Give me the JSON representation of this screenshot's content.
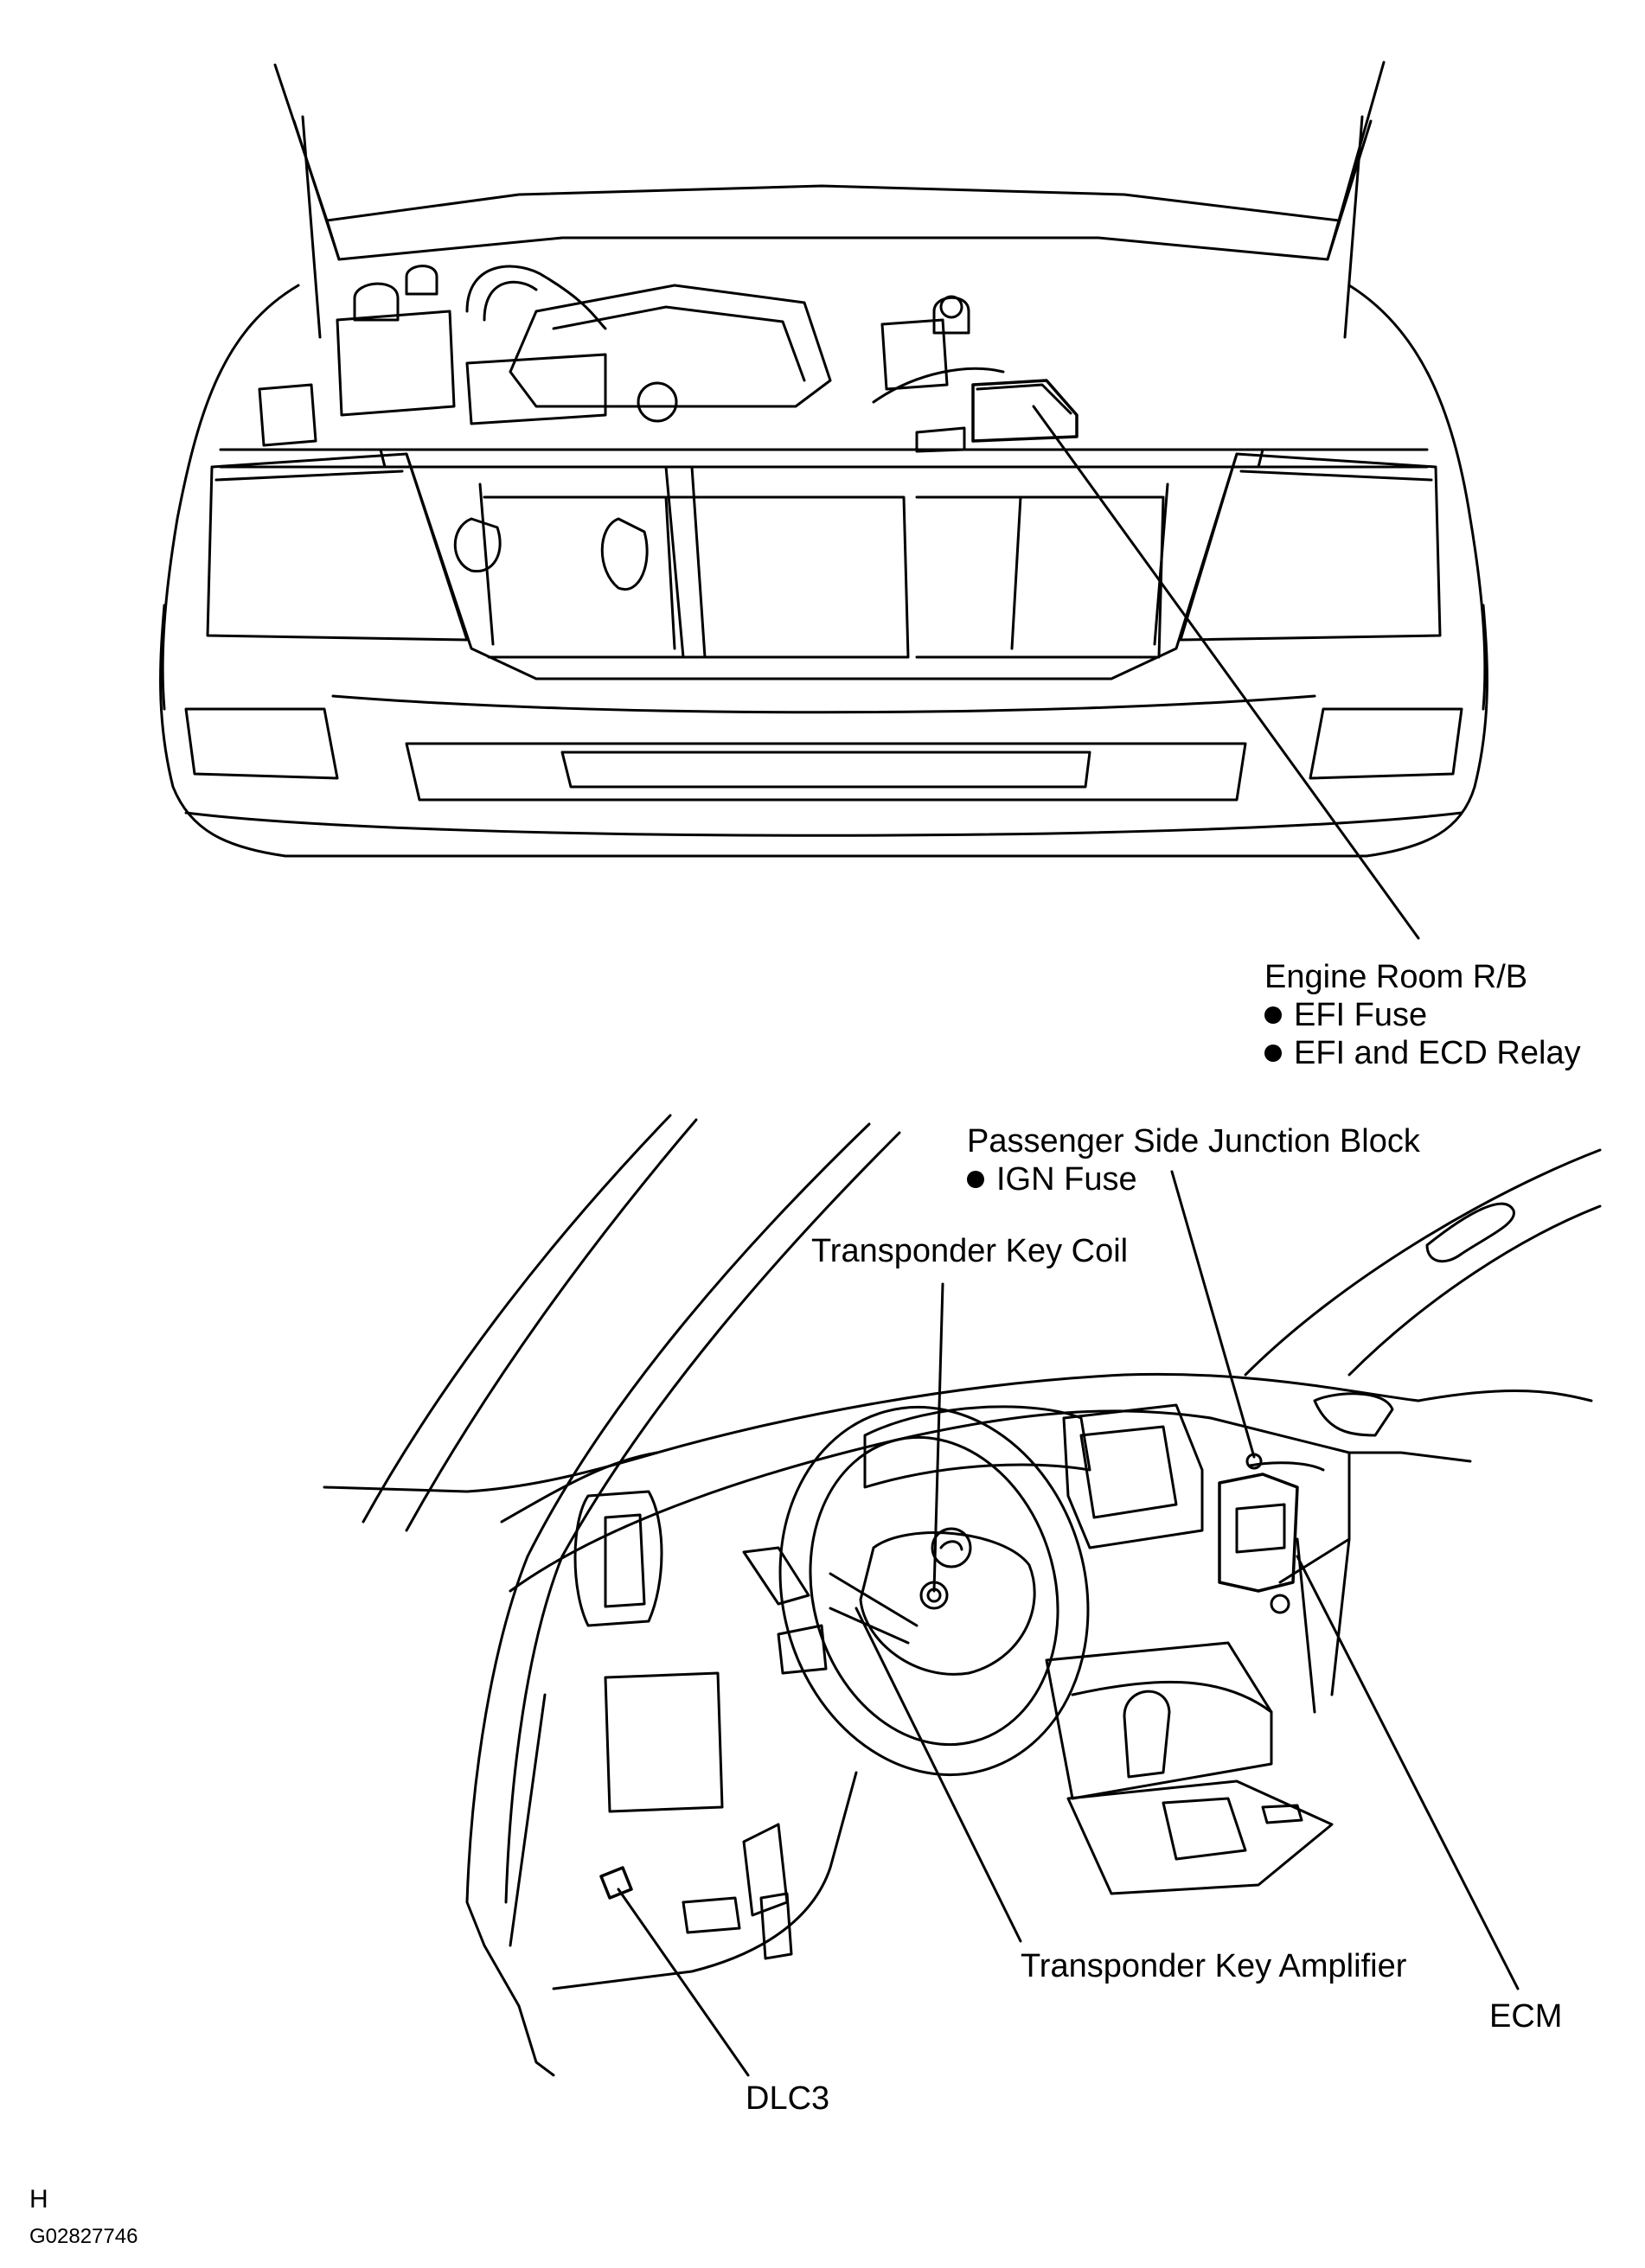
{
  "labels": {
    "engine_room": {
      "title": "Engine Room R/B",
      "items": [
        "EFI Fuse",
        "EFI and ECD Relay"
      ]
    },
    "junction_block": {
      "title": "Passenger Side Junction Block",
      "items": [
        "IGN Fuse"
      ]
    },
    "key_coil": "Transponder Key Coil",
    "key_amplifier": "Transponder Key Amplifier",
    "ecm": "ECM",
    "dlc3": "DLC3"
  },
  "footer": {
    "mark": "H",
    "code": "G02827746"
  }
}
